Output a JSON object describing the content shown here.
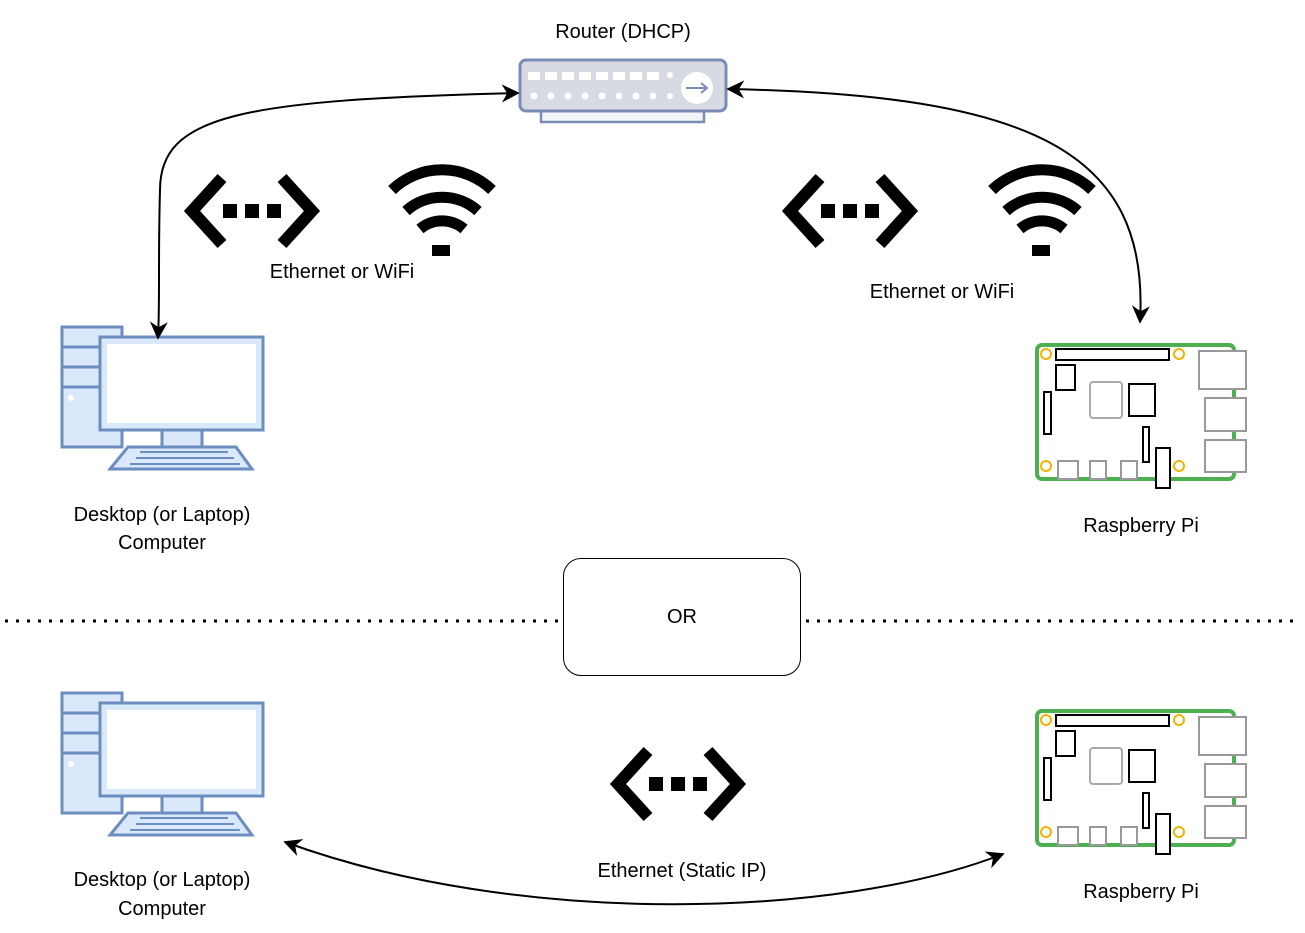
{
  "labels": {
    "router": "Router (DHCP)",
    "link_left": "Ethernet or WiFi",
    "link_right": "Ethernet or WiFi",
    "desktop_top_1": "Desktop (or Laptop)",
    "desktop_top_2": "Computer",
    "pi_top": "Raspberry Pi",
    "or": "OR",
    "desktop_bottom_1": "Desktop (or Laptop)",
    "desktop_bottom_2": "Computer",
    "pi_bottom": "Raspberry Pi",
    "link_bottom": "Ethernet (Static IP)"
  },
  "icons": {
    "router": "router-icon",
    "computer": "desktop-computer-icon",
    "raspberry_pi": "raspberry-pi-board-icon",
    "ethernet": "ethernet-icon",
    "wifi": "wifi-icon"
  },
  "colors": {
    "device_stroke": "#6c8ebf",
    "device_fill": "#dae8fc",
    "pi_board": "#4caf50",
    "pi_holes": "#f0b400",
    "router_body": "#d7dae3",
    "router_stroke": "#7a8cb4"
  }
}
